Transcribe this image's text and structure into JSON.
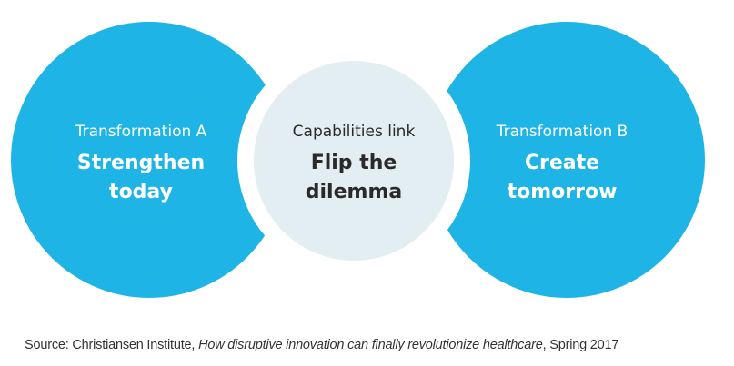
{
  "colors": {
    "blue": "#1eb4e6",
    "center": "#e3eef2"
  },
  "left": {
    "subtitle": "Transformation A",
    "title_line1": "Strengthen",
    "title_line2": "today"
  },
  "center": {
    "subtitle": "Capabilities link",
    "title_line1": "Flip the",
    "title_line2": "dilemma"
  },
  "right": {
    "subtitle": "Transformation B",
    "title_line1": "Create",
    "title_line2": "tomorrow"
  },
  "source": {
    "prefix": "Source: Christiansen Institute, ",
    "title": "How disruptive innovation can finally revolutionize healthcare",
    "suffix": ", Spring 2017"
  }
}
